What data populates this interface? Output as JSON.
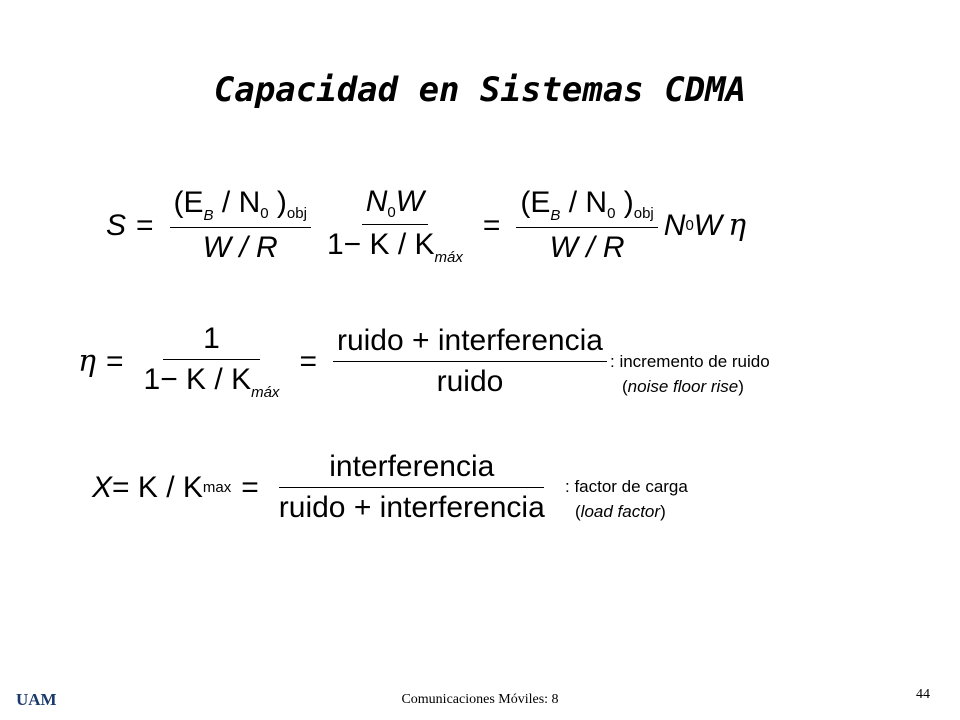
{
  "slide": {
    "title": "Capacidad en Sistemas CDMA",
    "footer": "Comunicaciones Móviles: 8",
    "page_number": "44",
    "logo_text": "UAM"
  },
  "eq1": {
    "lhs": "S",
    "eq": "=",
    "f1_num": "(E",
    "f1_num_sub": "B",
    "f1_num_mid": " / N",
    "f1_num_sub2": "0",
    "f1_num_close": " )",
    "f1_num_sub3": "obj",
    "f1_den": "W / R",
    "f2_num": "N",
    "f2_num_sub": "0",
    "f2_num_tail": "W",
    "f2_den": "1− K / K",
    "f2_den_sub": "máx",
    "eq2": "=",
    "f3_num": "(E",
    "f3_num_sub": "B",
    "f3_num_mid": " / N",
    "f3_num_sub2": "0",
    "f3_num_close": " )",
    "f3_num_sub3": "obj",
    "f3_den": "W / R",
    "tail": "N",
    "tail_sub": "0",
    "tail_w": "W",
    "eta": "η"
  },
  "eq2": {
    "lhs": "η",
    "eq": "=",
    "f1_num": "1",
    "f1_den": "1− K / K",
    "f1_den_sub": "máx",
    "eq2": "=",
    "f2_num": "ruido + interferencia",
    "f2_den": "ruido",
    "note_line1": ": incremento de ruido",
    "note_line2_pre": "(",
    "note_line2_it": "noise floor rise",
    "note_line2_post": ")"
  },
  "eq3": {
    "lhs": "X",
    "eq": "= K / K",
    "sub": "max",
    "eq2": "=",
    "f_num": "interferencia",
    "f_den": "ruido + interferencia",
    "note_line1": ": factor de carga",
    "note_line2_pre": "(",
    "note_line2_it": "load factor",
    "note_line2_post": ")"
  }
}
